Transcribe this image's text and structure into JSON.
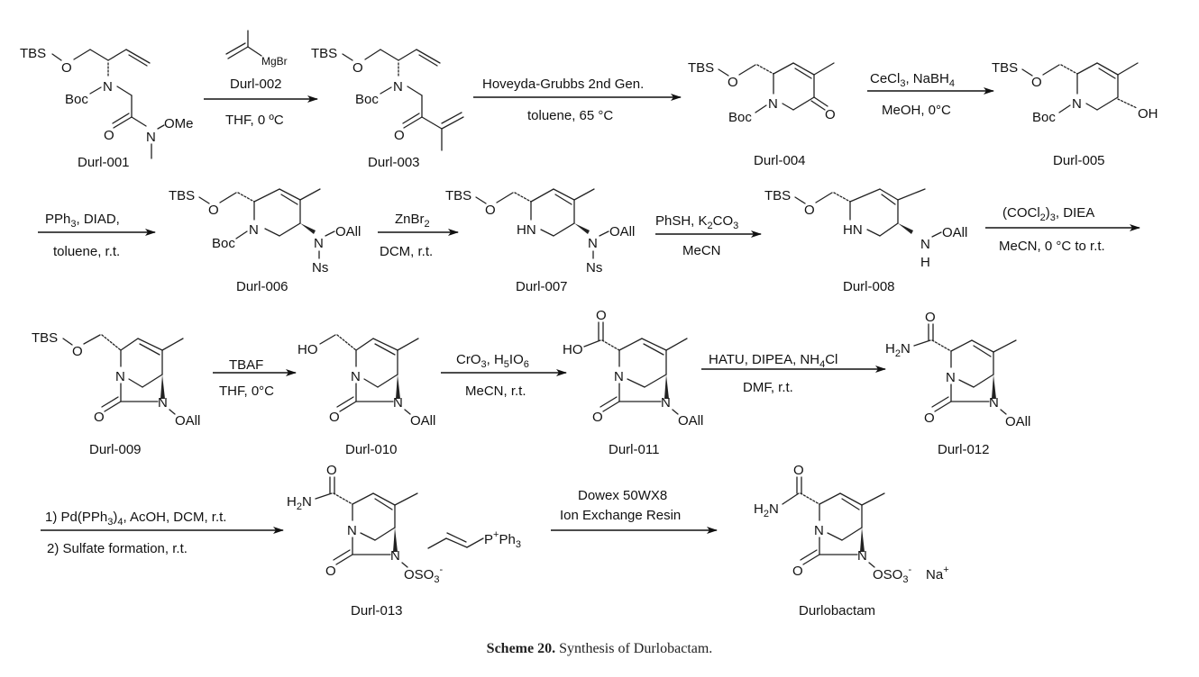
{
  "caption": {
    "label": "Scheme 20.",
    "text": "Synthesis of Durlobactam."
  },
  "compounds": [
    {
      "id": "durl-001",
      "label": "Durl-001"
    },
    {
      "id": "durl-002",
      "label": "Durl-002"
    },
    {
      "id": "durl-003",
      "label": "Durl-003"
    },
    {
      "id": "durl-004",
      "label": "Durl-004"
    },
    {
      "id": "durl-005",
      "label": "Durl-005"
    },
    {
      "id": "durl-006",
      "label": "Durl-006"
    },
    {
      "id": "durl-007",
      "label": "Durl-007"
    },
    {
      "id": "durl-008",
      "label": "Durl-008"
    },
    {
      "id": "durl-009",
      "label": "Durl-009"
    },
    {
      "id": "durl-010",
      "label": "Durl-010"
    },
    {
      "id": "durl-011",
      "label": "Durl-011"
    },
    {
      "id": "durl-012",
      "label": "Durl-012"
    },
    {
      "id": "durl-013",
      "label": "Durl-013"
    },
    {
      "id": "durlobactam",
      "label": "Durlobactam"
    }
  ],
  "atoms": {
    "tbs": "TBS",
    "o": "O",
    "n": "N",
    "hn": "HN",
    "h": "H",
    "boc": "Boc",
    "ome": "OMe",
    "oh": "OH",
    "ho": "HO",
    "oall": "OAll",
    "ns": "Ns",
    "mgbr": "MgBr",
    "h2n_h": "H",
    "h2n_sub": "2",
    "h2n_n": "N",
    "oso3": "OSO",
    "oso3_sub": "3",
    "oso3_sup": "-",
    "na": "Na",
    "na_sup": "+",
    "p": "P",
    "p_sup": "+",
    "ph3": "Ph",
    "ph3_sub": "3"
  },
  "steps": [
    {
      "id": "step-1",
      "above": "",
      "below": "THF, 0 ºC"
    },
    {
      "id": "step-2",
      "above": "Hoveyda-Grubbs 2nd Gen.",
      "below": "toluene, 65 °C"
    },
    {
      "id": "step-3",
      "above_parts": [
        "CeCl",
        "3",
        ", NaBH",
        "4"
      ],
      "below": "MeOH, 0°C"
    },
    {
      "id": "step-4",
      "above_parts": [
        "PPh",
        "3",
        ", DIAD,"
      ],
      "below": "toluene, r.t."
    },
    {
      "id": "step-5",
      "above_parts": [
        "ZnBr",
        "2"
      ],
      "below": "DCM, r.t."
    },
    {
      "id": "step-6",
      "above_parts": [
        "PhSH, K",
        "2",
        "CO",
        "3"
      ],
      "below": "MeCN"
    },
    {
      "id": "step-7",
      "above_parts": [
        "(COCl",
        "2",
        ")",
        "3",
        ", DIEA"
      ],
      "below": "MeCN, 0 °C to r.t."
    },
    {
      "id": "step-8",
      "above": "TBAF",
      "below": "THF, 0°C"
    },
    {
      "id": "step-9",
      "above_parts": [
        "CrO",
        "3",
        ", H",
        "5",
        "IO",
        "6"
      ],
      "below": "MeCN, r.t."
    },
    {
      "id": "step-10",
      "above_parts": [
        "HATU, DIPEA, NH",
        "4",
        "Cl"
      ],
      "below": "DMF, r.t."
    },
    {
      "id": "step-11",
      "above_parts": [
        "1) Pd(PPh",
        "3",
        ")",
        "4",
        ", AcOH, DCM, r.t."
      ],
      "below": "2) Sulfate formation, r.t."
    },
    {
      "id": "step-12",
      "above": "Dowex 50WX8",
      "above2": "Ion Exchange Resin",
      "below": ""
    }
  ]
}
